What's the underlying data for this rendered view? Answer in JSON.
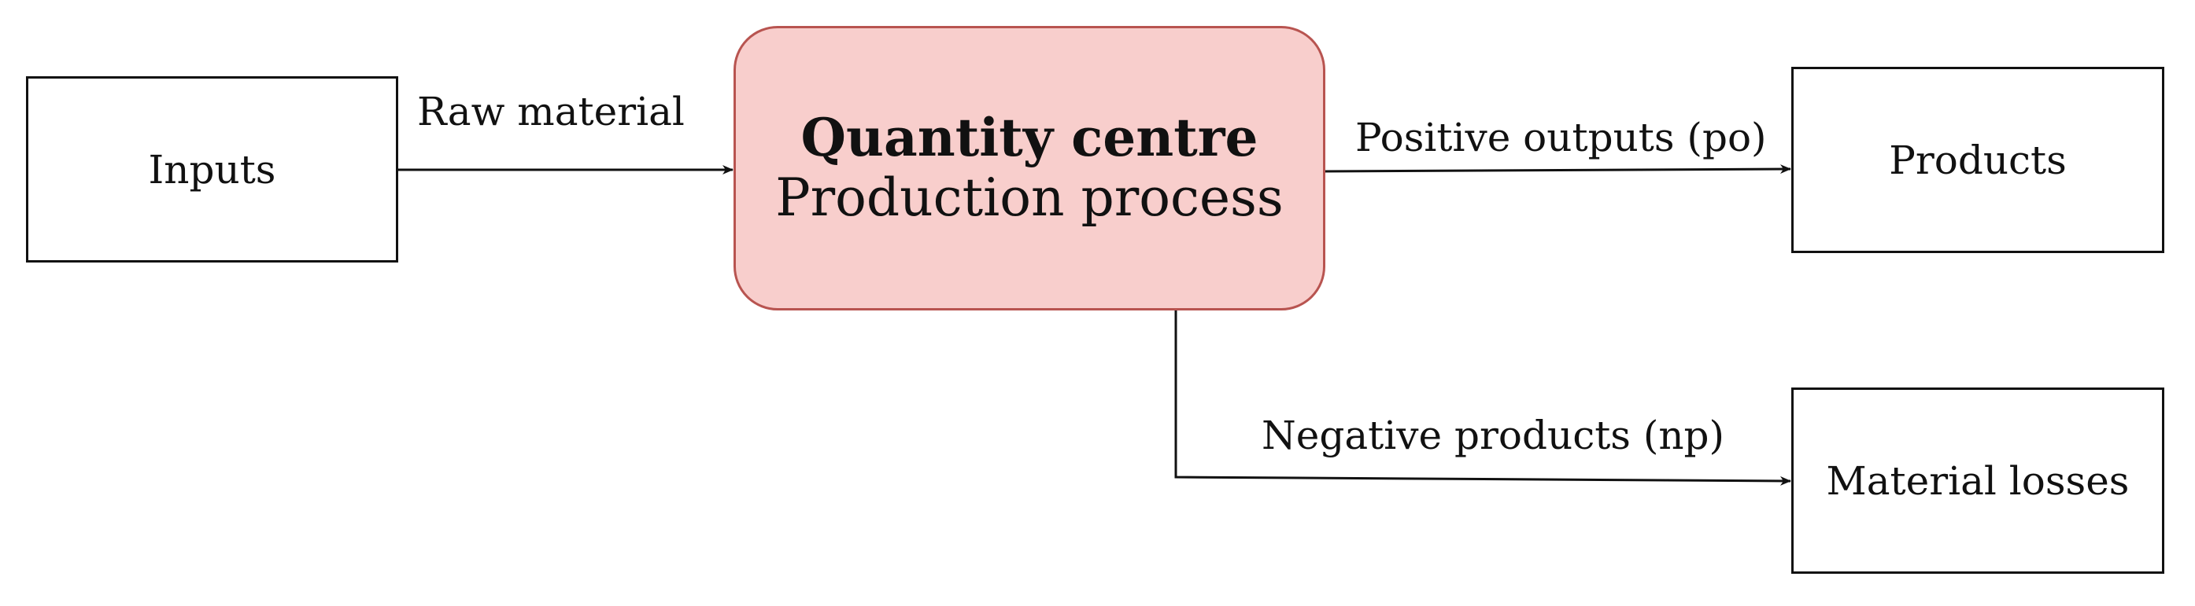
{
  "nodes": {
    "inputs": "Inputs",
    "center": {
      "title": "Quantity centre",
      "subtitle": "Production process"
    },
    "products": "Products",
    "losses": "Material losses"
  },
  "edges": {
    "raw_material": "Raw material",
    "positive_outputs": "Positive outputs (po)",
    "negative_products": "Negative products (np)"
  },
  "colors": {
    "center_fill": "#f8cecc",
    "center_stroke": "#b85450",
    "line": "#111111"
  }
}
